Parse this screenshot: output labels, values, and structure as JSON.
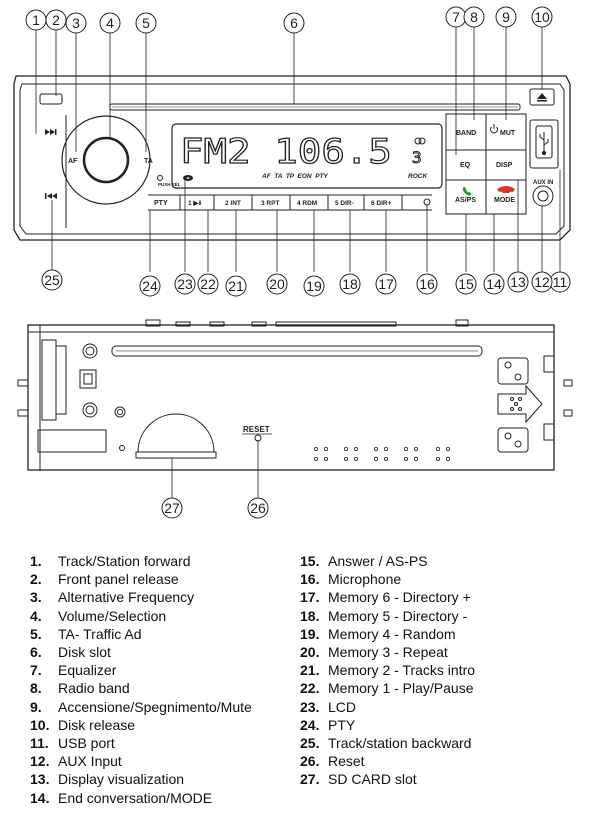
{
  "callouts": [
    "1",
    "2",
    "3",
    "4",
    "5",
    "6",
    "7",
    "8",
    "9",
    "10",
    "11",
    "12",
    "13",
    "14",
    "15",
    "16",
    "17",
    "18",
    "19",
    "20",
    "21",
    "22",
    "23",
    "24",
    "25",
    "26",
    "27"
  ],
  "front_panel": {
    "display_main": "FM2 106.5",
    "display_side": "3",
    "display_flags": "AF  TA  TP  EON  PTY",
    "display_genre": "ROCK",
    "label_af": "AF",
    "label_ta": "TA",
    "label_push_sel": "PUSH SEL",
    "buttons": {
      "band": "BAND",
      "mut": "MUT",
      "eq": "EQ",
      "disp": "DISP",
      "asps": "AS/PS",
      "mode": "MODE",
      "aux_in": "AUX IN",
      "pty": "PTY",
      "p1": "1 ▶ǁ",
      "p2": "2 INT",
      "p3": "3 RPT",
      "p4": "4 RDM",
      "p5": "5 DIR-",
      "p6": "6 DIR+"
    },
    "icons": {
      "next": "skip-forward-icon",
      "prev": "skip-back-icon",
      "eject": "eject-icon",
      "usb": "usb-icon",
      "power": "power-icon",
      "call_answer": "phone-answer-icon",
      "call_end": "phone-hangup-icon"
    }
  },
  "back_panel": {
    "reset_label": "RESET"
  },
  "legend_left": [
    {
      "num": "1.",
      "label": "Track/Station forward"
    },
    {
      "num": "2.",
      "label": "Front panel release"
    },
    {
      "num": "3.",
      "label": "Alternative Frequency"
    },
    {
      "num": "4.",
      "label": "Volume/Selection"
    },
    {
      "num": "5.",
      "label": "TA- Traffic Ad"
    },
    {
      "num": "6.",
      "label": "Disk slot"
    },
    {
      "num": "7.",
      "label": "Equalizer"
    },
    {
      "num": "8.",
      "label": "Radio band"
    },
    {
      "num": "9.",
      "label": "Accensione/Spegnimento/Mute"
    },
    {
      "num": "10.",
      "label": "Disk release"
    },
    {
      "num": "11.",
      "label": "USB port"
    },
    {
      "num": "12.",
      "label": "AUX Input"
    },
    {
      "num": "13.",
      "label": "Display visualization"
    },
    {
      "num": "14.",
      "label": "End conversation/MODE"
    }
  ],
  "legend_right": [
    {
      "num": "15.",
      "label": "Answer / AS-PS"
    },
    {
      "num": "16.",
      "label": "Microphone"
    },
    {
      "num": "17.",
      "label": "Memory 6 - Directory +"
    },
    {
      "num": "18.",
      "label": "Memory 5 - Directory -"
    },
    {
      "num": "19.",
      "label": "Memory 4 - Random"
    },
    {
      "num": "20.",
      "label": "Memory 3 - Repeat"
    },
    {
      "num": "21.",
      "label": "Memory 2 - Tracks intro"
    },
    {
      "num": "22.",
      "label": "Memory 1 - Play/Pause"
    },
    {
      "num": "23.",
      "label": "LCD"
    },
    {
      "num": "24.",
      "label": "PTY"
    },
    {
      "num": "25.",
      "label": "Track/station backward"
    },
    {
      "num": "26.",
      "label": "Reset"
    },
    {
      "num": "27.",
      "label": "SD CARD slot"
    }
  ],
  "colors": {
    "ink": "#222222",
    "answer_green": "#2e9a3e",
    "hangup_red": "#d8342c",
    "lcd_bg": "#ffffff"
  }
}
